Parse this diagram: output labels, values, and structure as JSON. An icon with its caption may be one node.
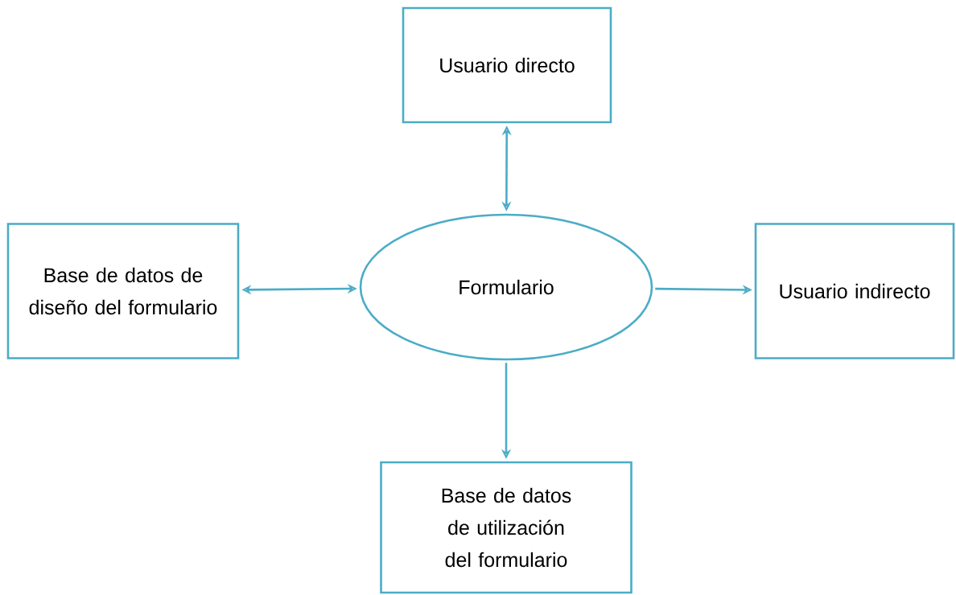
{
  "diagram": {
    "nodes": [
      {
        "text": [
          "Usuario directo"
        ]
      },
      {
        "text": [
          "Base de datos de diseño del formulario"
        ]
      },
      {
        "text": [
          "Formulario"
        ]
      },
      {
        "text": [
          "Usuario indirecto"
        ]
      },
      {
        "text": [
          "Base de datos de utilización del formulario"
        ]
      }
    ],
    "edges": [
      {
        "from": 0,
        "to": 2,
        "arrow": "both"
      },
      {
        "from": 1,
        "to": 2,
        "arrow": "both"
      },
      {
        "from": 2,
        "to": 3,
        "arrow": "to"
      },
      {
        "from": 2,
        "to": 4,
        "arrow": "to"
      }
    ]
  }
}
